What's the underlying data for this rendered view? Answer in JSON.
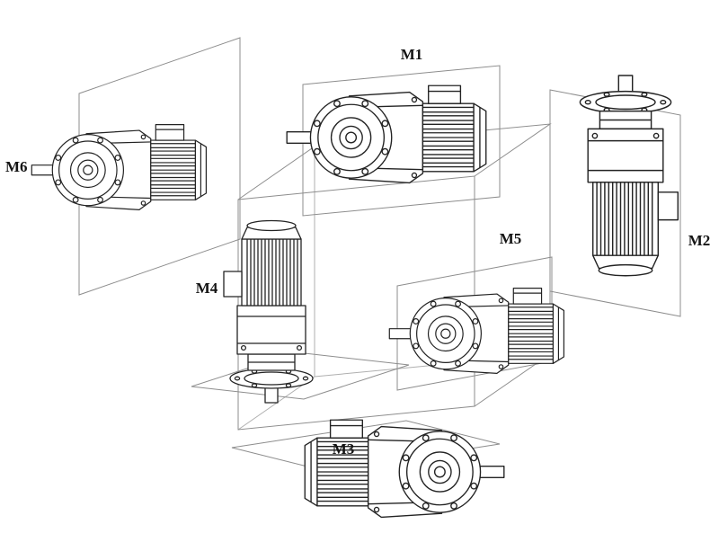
{
  "colors": {
    "bg": "#ffffff",
    "ink": "#232323",
    "guide": "#8d8d8d"
  },
  "diagram": {
    "labels": {
      "m1": "M1",
      "m2": "M2",
      "m3": "M3",
      "m4": "M4",
      "m5": "M5",
      "m6": "M6"
    }
  }
}
